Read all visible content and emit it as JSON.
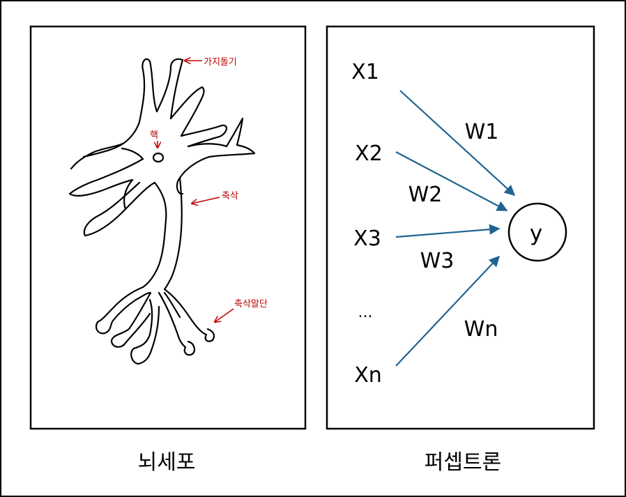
{
  "left_panel": {
    "caption": "뇌세포",
    "annotations": {
      "dendrite": "가지돌기",
      "nucleus": "핵",
      "axon": "축삭",
      "axon_terminal": "축삭말단"
    }
  },
  "right_panel": {
    "caption": "퍼셉트론",
    "inputs": [
      "X1",
      "X2",
      "X3",
      "...",
      "Xn"
    ],
    "weights": [
      "W1",
      "W2",
      "W3",
      "Wn"
    ],
    "output": "y"
  },
  "colors": {
    "border": "#000000",
    "annotation": "#c00000",
    "arrow": "#1f6391"
  }
}
